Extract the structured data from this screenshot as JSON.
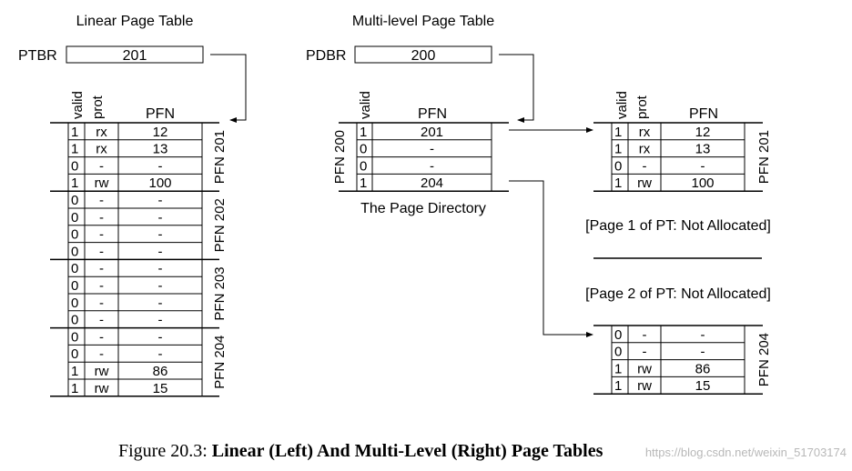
{
  "linear": {
    "title": "Linear Page Table",
    "ptbr_label": "PTBR",
    "ptbr_value": "201",
    "headers": {
      "valid": "valid",
      "prot": "prot",
      "pfn": "PFN"
    },
    "entries": [
      {
        "valid": "1",
        "prot": "rx",
        "pfn": "12"
      },
      {
        "valid": "1",
        "prot": "rx",
        "pfn": "13"
      },
      {
        "valid": "0",
        "prot": "-",
        "pfn": "-"
      },
      {
        "valid": "1",
        "prot": "rw",
        "pfn": "100"
      },
      {
        "valid": "0",
        "prot": "-",
        "pfn": "-"
      },
      {
        "valid": "0",
        "prot": "-",
        "pfn": "-"
      },
      {
        "valid": "0",
        "prot": "-",
        "pfn": "-"
      },
      {
        "valid": "0",
        "prot": "-",
        "pfn": "-"
      },
      {
        "valid": "0",
        "prot": "-",
        "pfn": "-"
      },
      {
        "valid": "0",
        "prot": "-",
        "pfn": "-"
      },
      {
        "valid": "0",
        "prot": "-",
        "pfn": "-"
      },
      {
        "valid": "0",
        "prot": "-",
        "pfn": "-"
      },
      {
        "valid": "0",
        "prot": "-",
        "pfn": "-"
      },
      {
        "valid": "0",
        "prot": "-",
        "pfn": "-"
      },
      {
        "valid": "1",
        "prot": "rw",
        "pfn": "86"
      },
      {
        "valid": "1",
        "prot": "rw",
        "pfn": "15"
      }
    ],
    "page_labels": [
      "PFN 201",
      "PFN 202",
      "PFN 203",
      "PFN 204"
    ]
  },
  "multi": {
    "title": "Multi-level Page Table",
    "pdbr_label": "PDBR",
    "pdbr_value": "200",
    "headers": {
      "valid": "valid",
      "pfn": "PFN"
    },
    "directory": [
      {
        "valid": "1",
        "pfn": "201"
      },
      {
        "valid": "0",
        "pfn": "-"
      },
      {
        "valid": "0",
        "pfn": "-"
      },
      {
        "valid": "1",
        "pfn": "204"
      }
    ],
    "directory_label": "PFN 200",
    "directory_caption": "The Page Directory",
    "pt_headers": {
      "valid": "valid",
      "prot": "prot",
      "pfn": "PFN"
    },
    "pt_201": [
      {
        "valid": "1",
        "prot": "rx",
        "pfn": "12"
      },
      {
        "valid": "1",
        "prot": "rx",
        "pfn": "13"
      },
      {
        "valid": "0",
        "prot": "-",
        "pfn": "-"
      },
      {
        "valid": "1",
        "prot": "rw",
        "pfn": "100"
      }
    ],
    "pt_201_label": "PFN 201",
    "not_alloc_1": "[Page 1 of PT: Not Allocated]",
    "not_alloc_2": "[Page 2 of PT: Not Allocated]",
    "pt_204": [
      {
        "valid": "0",
        "prot": "-",
        "pfn": "-"
      },
      {
        "valid": "0",
        "prot": "-",
        "pfn": "-"
      },
      {
        "valid": "1",
        "prot": "rw",
        "pfn": "86"
      },
      {
        "valid": "1",
        "prot": "rw",
        "pfn": "15"
      }
    ],
    "pt_204_label": "PFN 204"
  },
  "caption": {
    "prefix": "Figure 20.3: ",
    "bold": "Linear (Left) And Multi-Level (Right) Page Tables"
  },
  "watermark": "https://blog.csdn.net/weixin_51703174"
}
